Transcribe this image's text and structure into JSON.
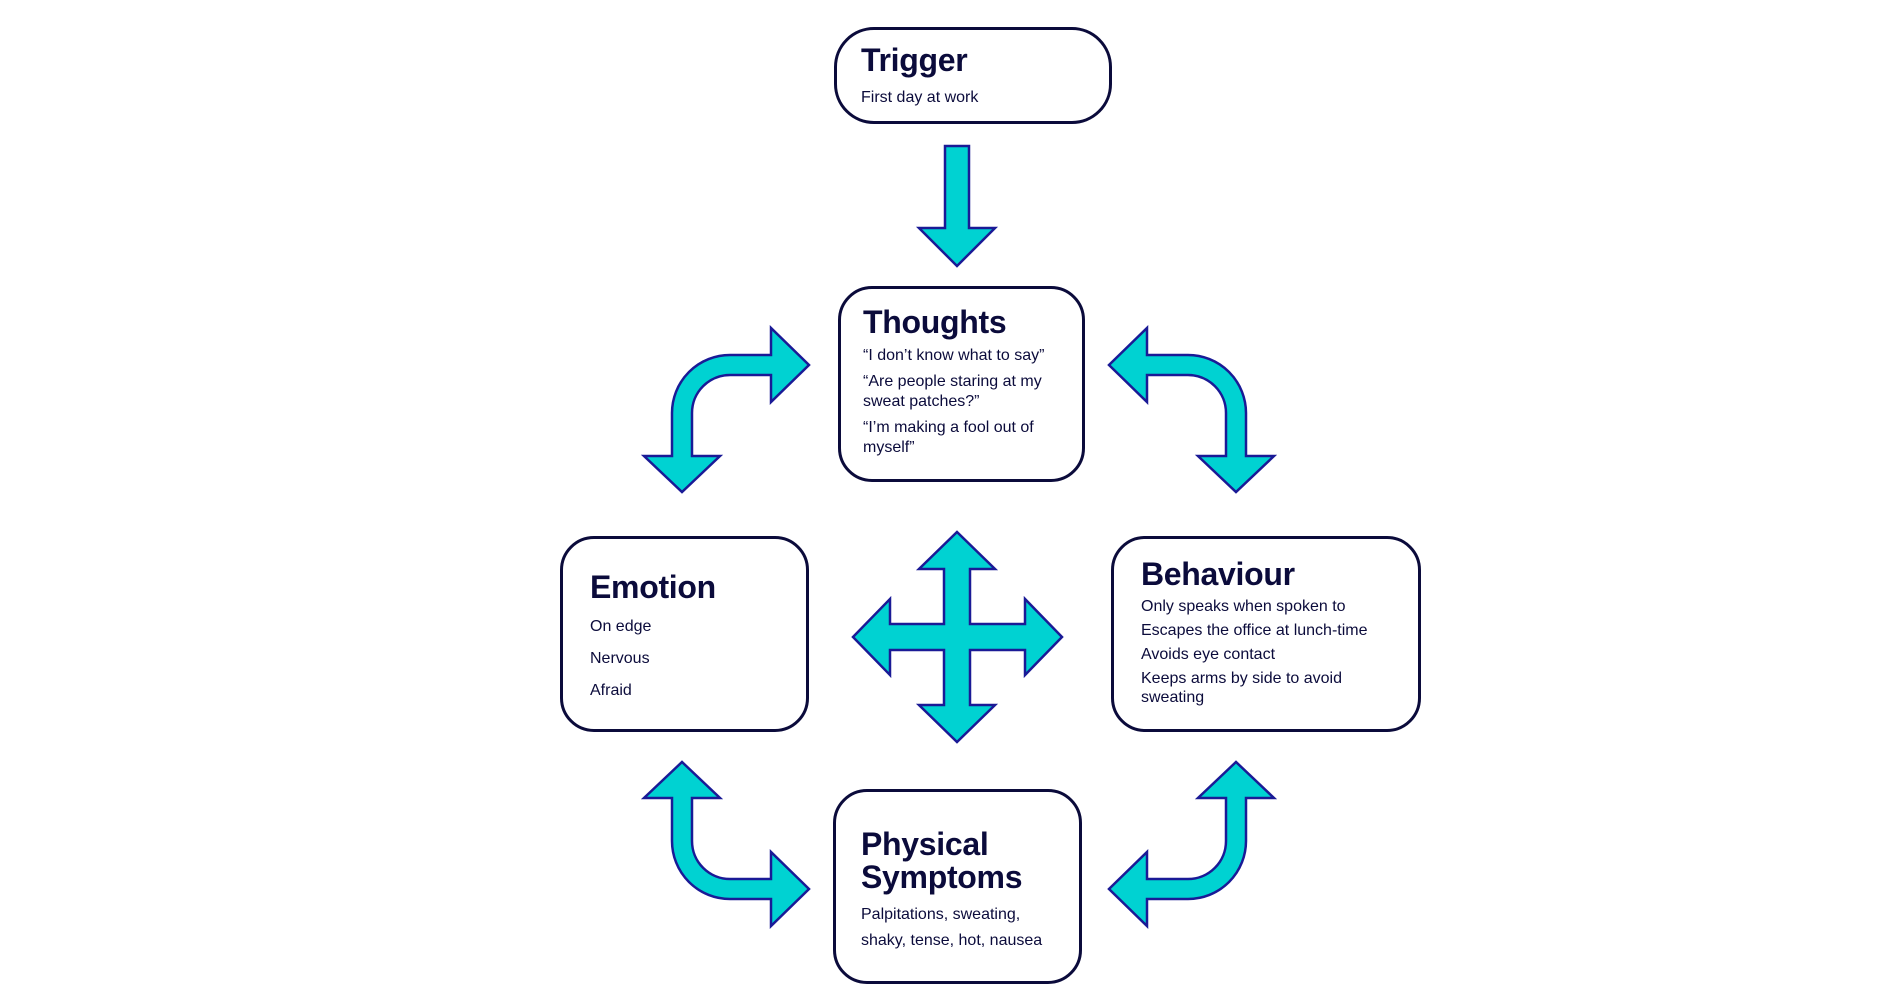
{
  "colors": {
    "arrow_fill": "#00d2d2",
    "arrow_stroke": "#1a1a96",
    "text": "#0b0b3b",
    "box_border": "#0b0b3b"
  },
  "trigger": {
    "title": "Trigger",
    "items": [
      "First day at work"
    ]
  },
  "thoughts": {
    "title": "Thoughts",
    "items": [
      "“I don’t know what to say”",
      "“Are people staring at my sweat patches?”",
      "“I’m making a fool out of myself”"
    ]
  },
  "emotion": {
    "title": "Emotion",
    "items": [
      "On edge",
      "Nervous",
      "Afraid"
    ]
  },
  "behaviour": {
    "title": "Behaviour",
    "items": [
      "Only speaks when spoken to",
      "Escapes the office at lunch-time",
      "Avoids eye contact",
      "Keeps arms by side to avoid sweating"
    ]
  },
  "physical": {
    "title_line1": "Physical",
    "title_line2": "Symptoms",
    "items": [
      "Palpitations, sweating, shaky, tense, hot, nausea"
    ]
  }
}
